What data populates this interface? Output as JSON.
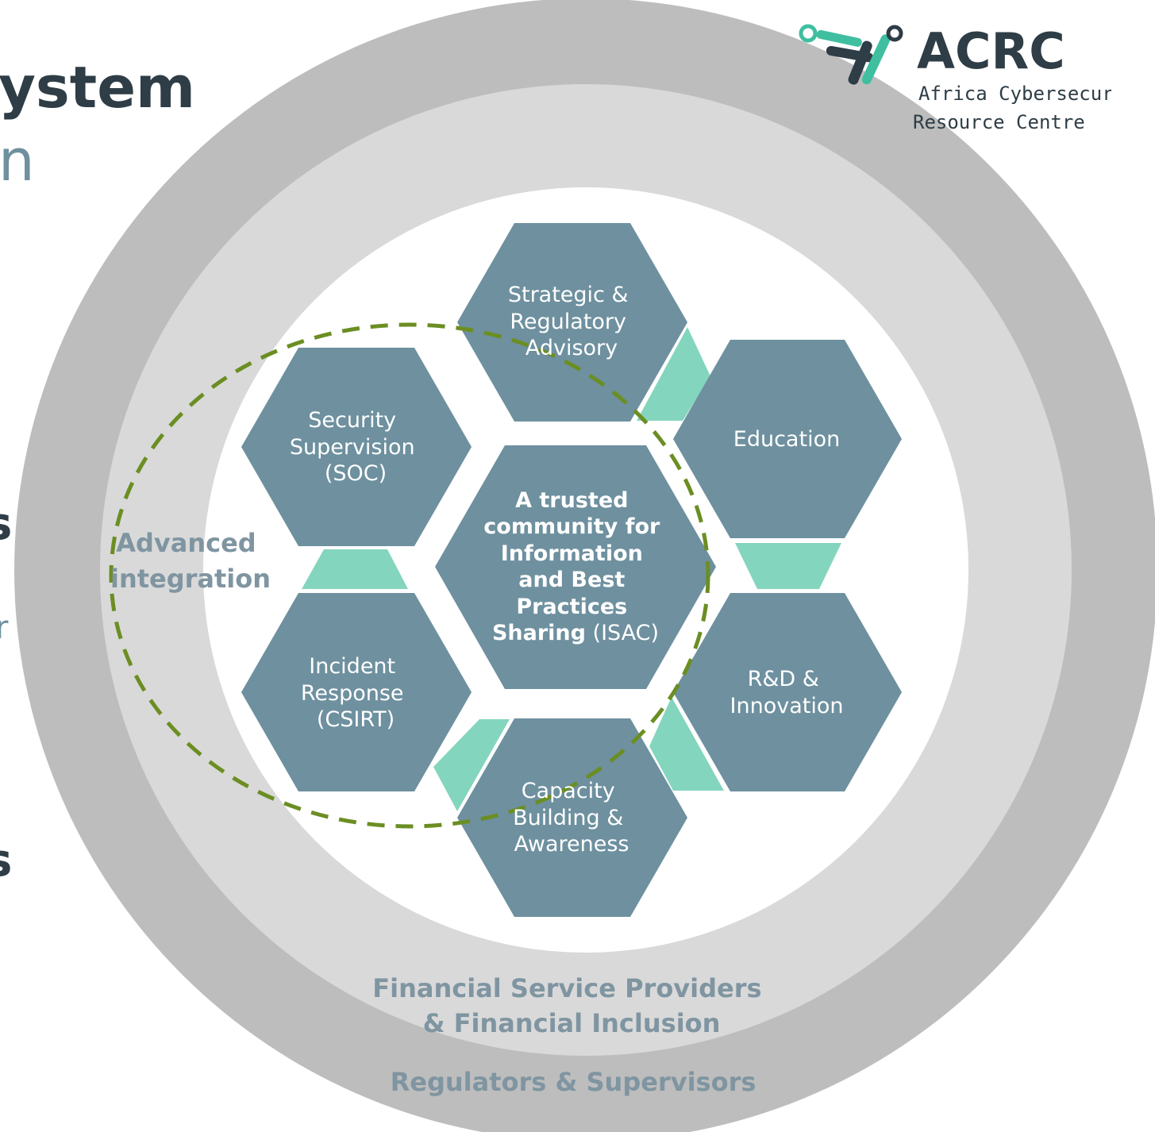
{
  "title_fragments": {
    "line1": "ystem",
    "line2": "n",
    "left_s1": "s",
    "left_r": "r",
    "left_s2": "s"
  },
  "logo": {
    "brand": "ACRC",
    "line1": "Africa Cybersecurity",
    "line2": "Resource Centre"
  },
  "rings": {
    "outer_label": "Regulators & Supervisors",
    "middle_label_line1": "Financial Service Providers",
    "middle_label_line2": "& Financial Inclusion",
    "integration_line1": "Advanced",
    "integration_line2": "integration"
  },
  "center": {
    "lines": [
      "A trusted",
      "community for",
      "Information",
      "and Best",
      "Practices"
    ],
    "last_bold": "Sharing",
    "last_normal": " (ISAC)"
  },
  "hexagons": [
    {
      "id": "strategic",
      "lines": [
        "Strategic &",
        "Regulatory",
        "Advisory"
      ]
    },
    {
      "id": "education",
      "lines": [
        "Education"
      ]
    },
    {
      "id": "rnd",
      "lines": [
        "R&D &",
        "Innovation"
      ]
    },
    {
      "id": "capacity",
      "lines": [
        "Capacity",
        "Building &",
        "Awareness"
      ]
    },
    {
      "id": "incident",
      "lines": [
        "Incident",
        "Response",
        "(CSIRT)"
      ]
    },
    {
      "id": "security",
      "lines": [
        "Security",
        "Supervision",
        "(SOC)"
      ]
    }
  ],
  "colors": {
    "outer_ring": "#bdbdbd",
    "middle_ring": "#d9d9d9",
    "hexagon": "#6e909f",
    "connector": "#84d5bd",
    "dashed": "#6b8e23",
    "ring_text": "#7f95a1"
  }
}
